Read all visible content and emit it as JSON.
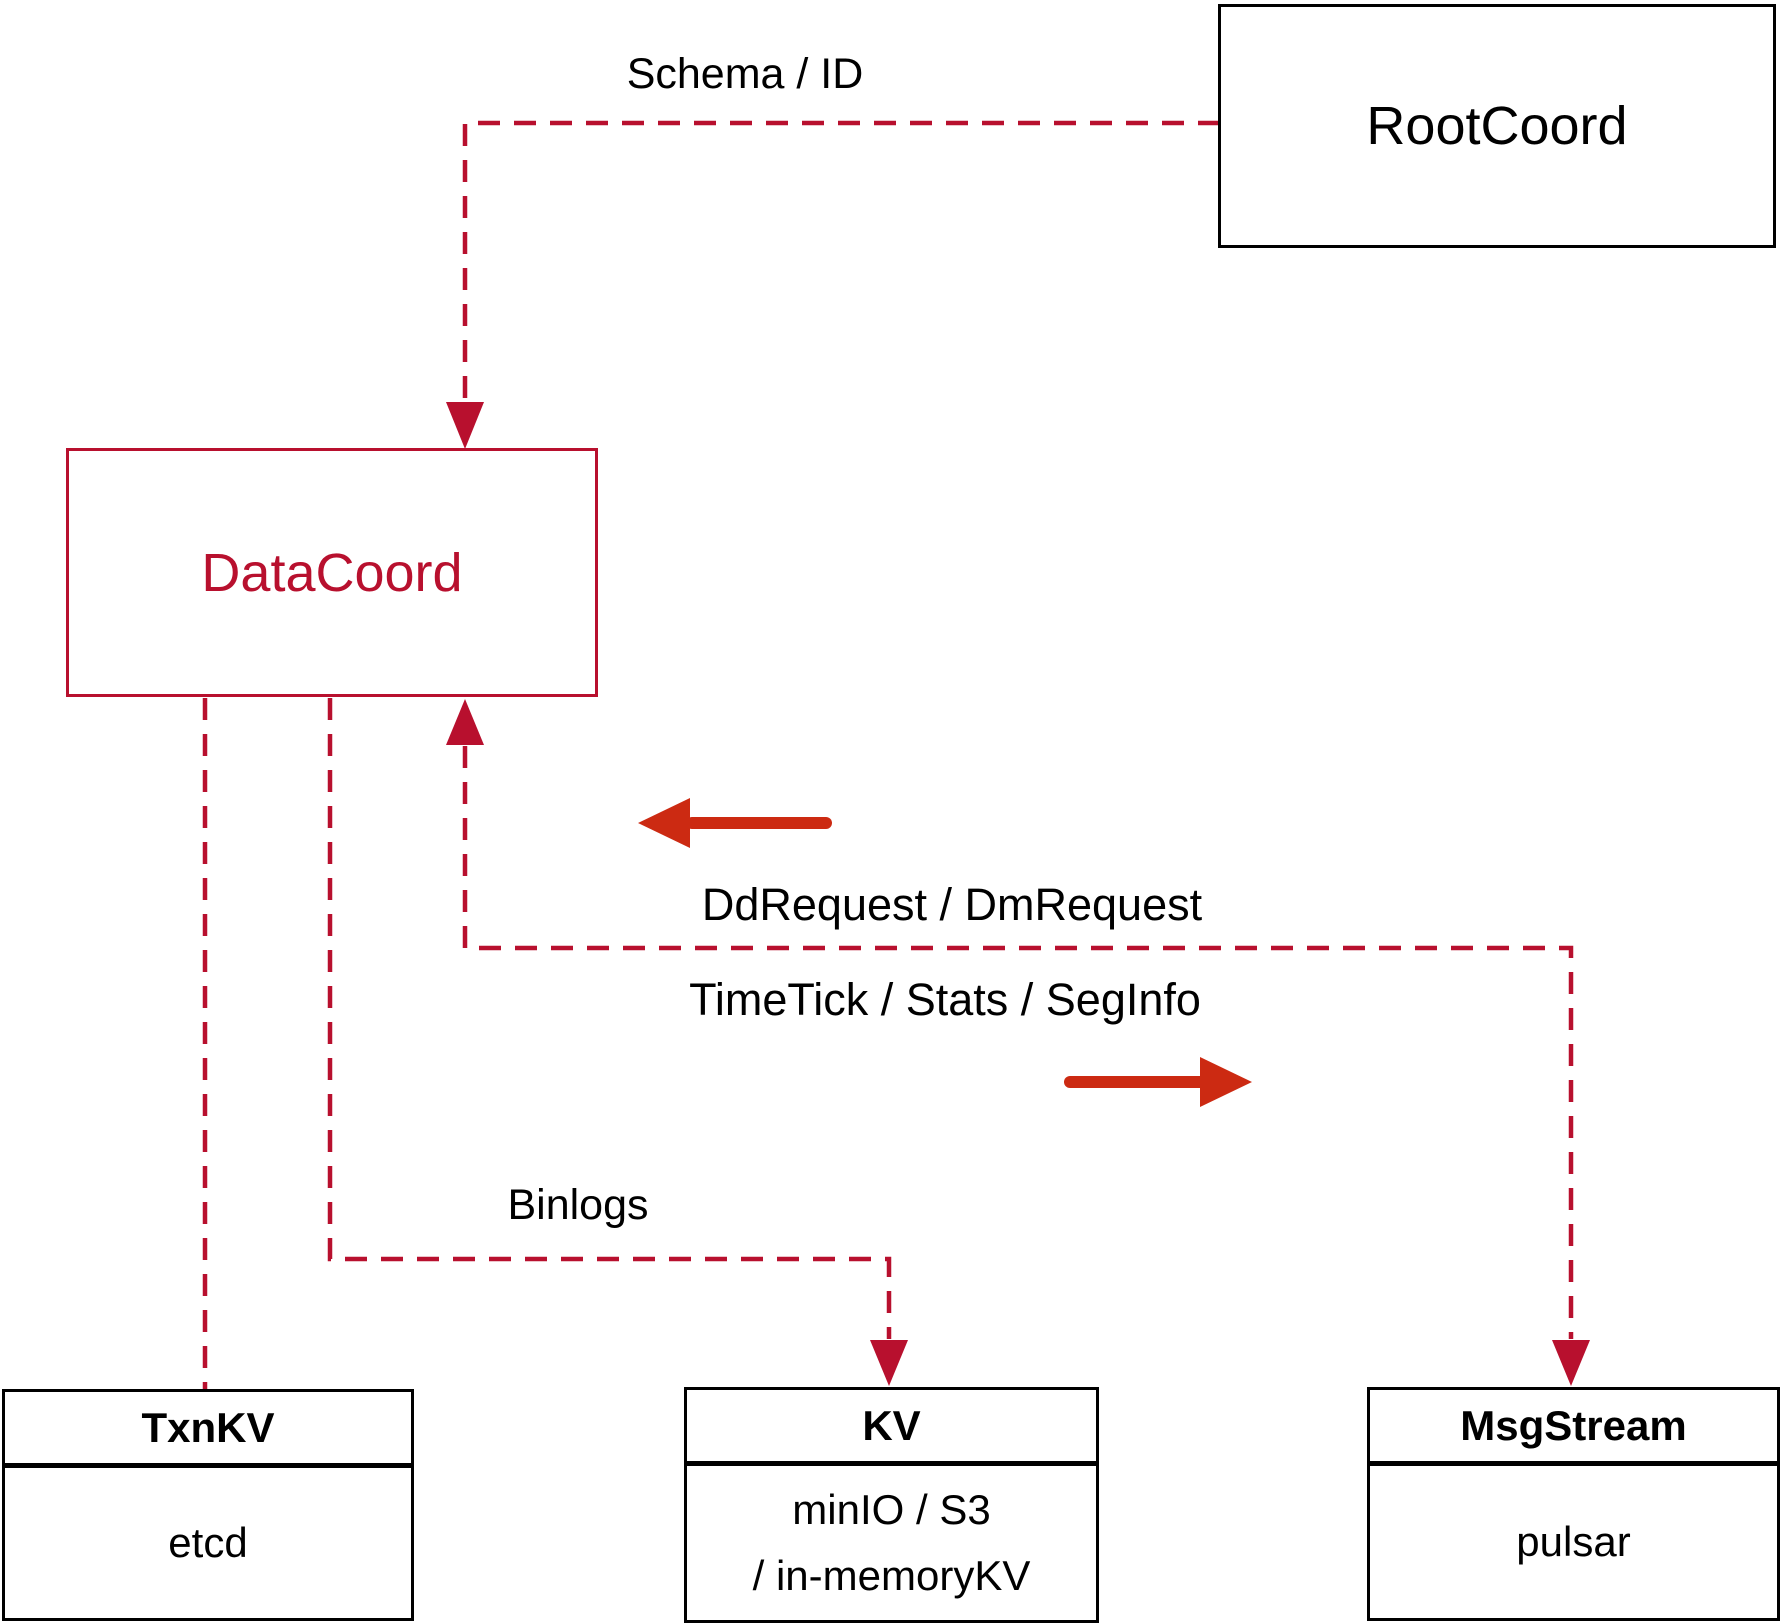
{
  "colors": {
    "crimson": "#b8102e",
    "arrow_red": "#cc2a12",
    "ink": "#000000",
    "paper": "#ffffff"
  },
  "nodes": {
    "rootcoord": {
      "label": "RootCoord"
    },
    "datacoord": {
      "label": "DataCoord"
    },
    "txnkv": {
      "title": "TxnKV",
      "body": "etcd"
    },
    "kv": {
      "title": "KV",
      "body_line1": "minIO / S3",
      "body_line2": "/ in-memoryKV"
    },
    "msgstream": {
      "title": "MsgStream",
      "body": "pulsar"
    }
  },
  "edge_labels": {
    "schema_id": "Schema / ID",
    "dd_request": "DdRequest / DmRequest",
    "timetick": "TimeTick / Stats / SegInfo",
    "binlogs": "Binlogs"
  }
}
